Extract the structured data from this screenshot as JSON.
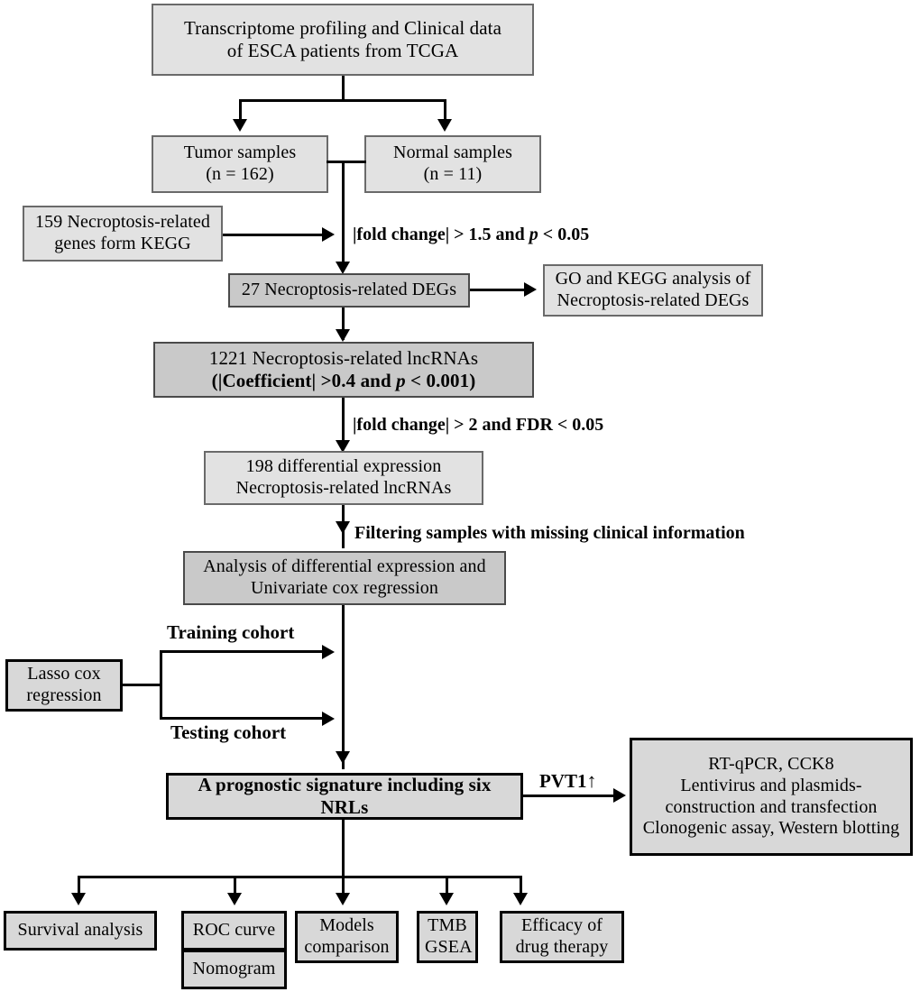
{
  "diagram": {
    "title": "Necroptosis-related lncRNA prognostic signature workflow (ESCA / TCGA)",
    "nodes": {
      "source": {
        "line1": "Transcriptome profiling and Clinical data",
        "line2": "of ESCA patients from TCGA"
      },
      "tumor": {
        "line1": "Tumor samples",
        "line2": "(n = 162)"
      },
      "normal": {
        "line1": "Normal samples",
        "line2": "(n = 11)"
      },
      "kegg_genes": {
        "line1": "159 Necroptosis-related",
        "line2": "genes form KEGG"
      },
      "degs": {
        "line1": "27 Necroptosis-related DEGs"
      },
      "go_kegg": {
        "line1": "GO and KEGG analysis of",
        "line2": "Necroptosis-related DEGs"
      },
      "lncrnas": {
        "line1": "1221 Necroptosis-related lncRNAs",
        "line2": "(|Coefficient| >0.4 and ",
        "line2_italic": "p",
        "line2_end": " < 0.001)"
      },
      "diff_lnc": {
        "line1": "198 differential expression",
        "line2": "Necroptosis-related lncRNAs"
      },
      "analysis": {
        "line1": "Analysis of differential expression and",
        "line2": "Univariate cox regression"
      },
      "lasso": {
        "line1": "Lasso cox",
        "line2": "regression"
      },
      "signature": {
        "line1": "A prognostic signature including six NRLs"
      },
      "experiments": {
        "line1": "RT-qPCR,  CCK8",
        "line2": "Lentivirus and plasmids-",
        "line3": "construction and transfection",
        "line4": "Clonogenic assay, Western blotting"
      },
      "survival": {
        "line1": "Survival analysis"
      },
      "roc": {
        "line1": "ROC curve"
      },
      "nomogram": {
        "line1": "Nomogram"
      },
      "models": {
        "line1": "Models",
        "line2": "comparison"
      },
      "tmb": {
        "line1": "TMB",
        "line2": "GSEA"
      },
      "drug": {
        "line1": "Efficacy of",
        "line2": "drug therapy"
      }
    },
    "edge_labels": {
      "fold_change_1": {
        "pre": "|fold change| > 1.5 and ",
        "ital": "p",
        "post": " < 0.05"
      },
      "fold_change_2": {
        "pre": "|fold change| > 2 and FDR < 0.05"
      },
      "filtering": {
        "pre": "Filtering samples with missing clinical information"
      },
      "training": {
        "pre": "Training cohort"
      },
      "testing": {
        "pre": "Testing cohort"
      },
      "pvt1": {
        "pre": "PVT1",
        "arrow": "↑"
      }
    },
    "colors": {
      "box_fill_light": "#e2e2e2",
      "box_fill": "#d8d8d8",
      "box_fill_dark": "#c9c9c9",
      "line": "#000000",
      "border_light": "#6a6a6a"
    }
  }
}
